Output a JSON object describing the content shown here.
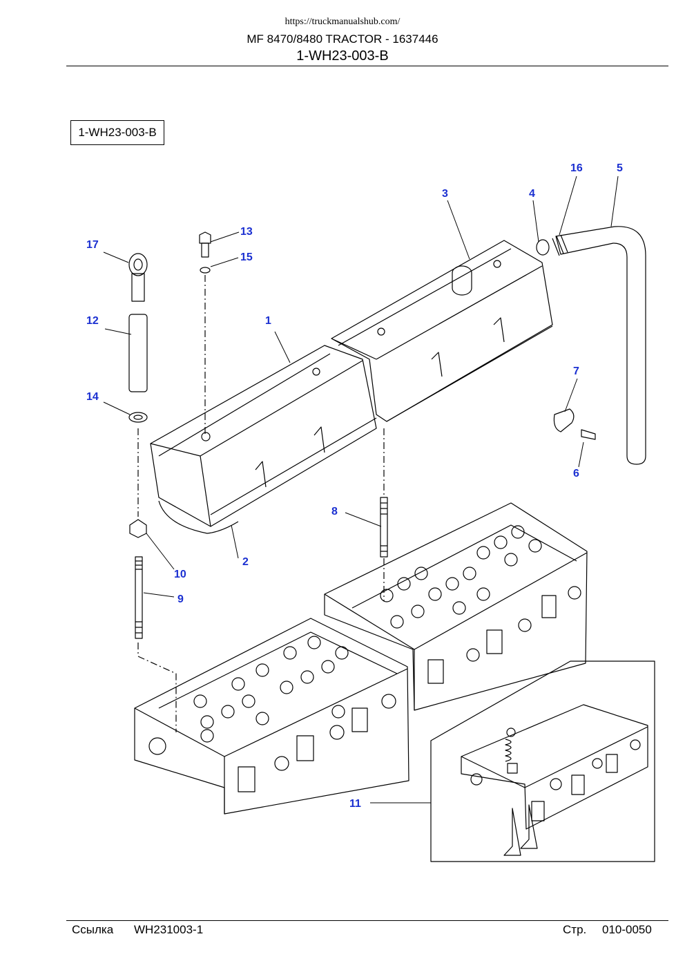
{
  "header": {
    "url": "https://truckmanualshub.com/",
    "title": "MF 8470/8480 TRACTOR - 1637446",
    "subtitle": "1-WH23-003-B"
  },
  "reference_box": "1-WH23-003-B",
  "callouts": [
    "1",
    "2",
    "3",
    "4",
    "5",
    "6",
    "7",
    "8",
    "9",
    "10",
    "11",
    "12",
    "13",
    "14",
    "15",
    "16",
    "17"
  ],
  "footer": {
    "ref_label": "Ссылка",
    "ref_value": "WH231003-1",
    "page_label": "Стр.",
    "page_value": "010-0050"
  },
  "colors": {
    "callout": "#1a2fd1",
    "line": "#000000"
  }
}
